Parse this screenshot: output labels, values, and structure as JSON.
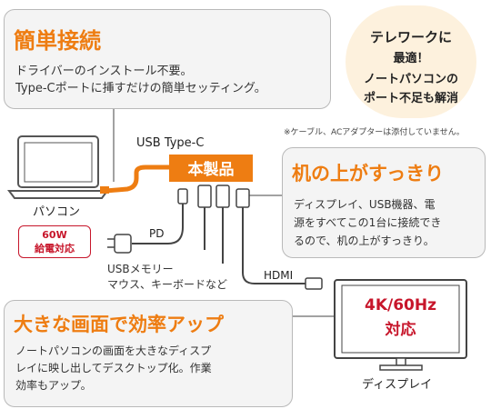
{
  "feature_simple": {
    "heading": "簡単接続",
    "body": "ドライバーのインストール不要。\nType-Cポートに挿すだけの簡単セッティング。"
  },
  "telework_badge": {
    "line1": "テレワークに",
    "line2": "最適！",
    "line3": "ノートパソコンの",
    "line4": "ポート不足も解消"
  },
  "note": "※ケーブル、ACアダプターは添付していません。",
  "usb_type_c_label": "USB Type-C",
  "product_label": "本製品",
  "pc_label": "パソコン",
  "power_badge": {
    "line1": "60W",
    "line2": "給電対応"
  },
  "pd_label": "PD",
  "usb_memory_label": "USBメモリー\nマウス、キーボードなど",
  "hdmi_label": "HDMI",
  "feature_desk": {
    "heading": "机の上がすっきり",
    "body": "ディスプレイ、USB機器、電\n源をすべてこの1台に接続でき\nるので、机の上がすっきり。"
  },
  "feature_big": {
    "heading": "大きな画面で効率アップ",
    "body": "ノートパソコンの画面を大きなディスプ\nレイに映し出してデスクトップ化。作業\n効率もアップ。"
  },
  "display_screen": {
    "line1": "4K/60Hz",
    "line2": "対応"
  },
  "display_label": "ディスプレイ",
  "colors": {
    "accent": "#ee7d12",
    "red": "#c7162b",
    "badge_bg": "#fdf1dd"
  }
}
